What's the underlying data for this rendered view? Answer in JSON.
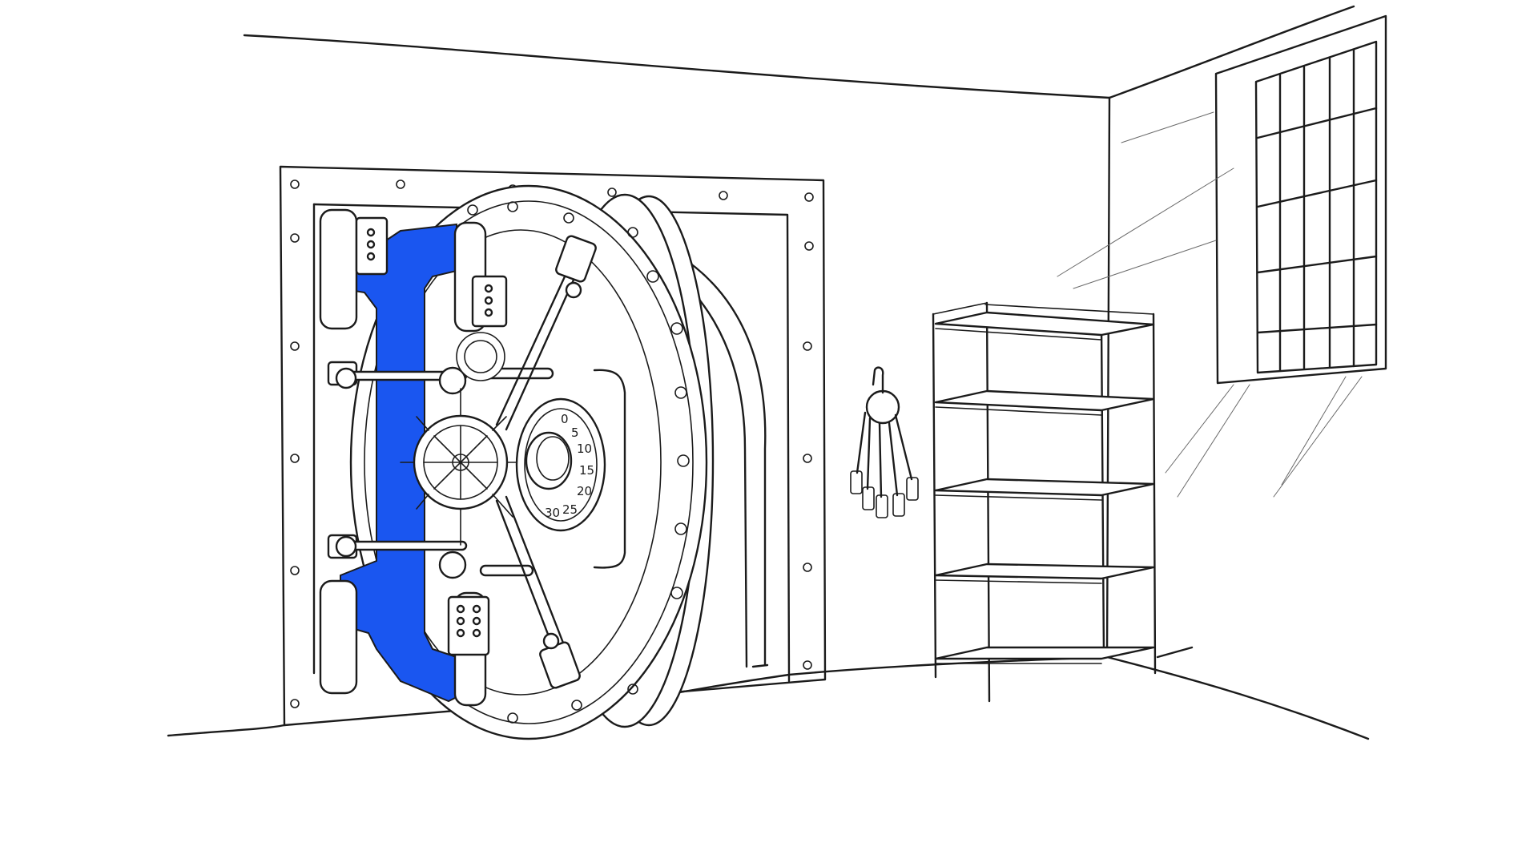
{
  "colors": {
    "ink": "#1b1b1b",
    "background": "#ffffff",
    "highlight": "#1a56f0"
  },
  "dial": {
    "numbers": [
      "0",
      "5",
      "10",
      "15",
      "20",
      "25",
      "30"
    ]
  },
  "icons": {
    "vault": "vault-door-icon",
    "keys": "key-ring-icon",
    "shelf": "metal-shelf-icon",
    "window": "barred-window-icon"
  }
}
